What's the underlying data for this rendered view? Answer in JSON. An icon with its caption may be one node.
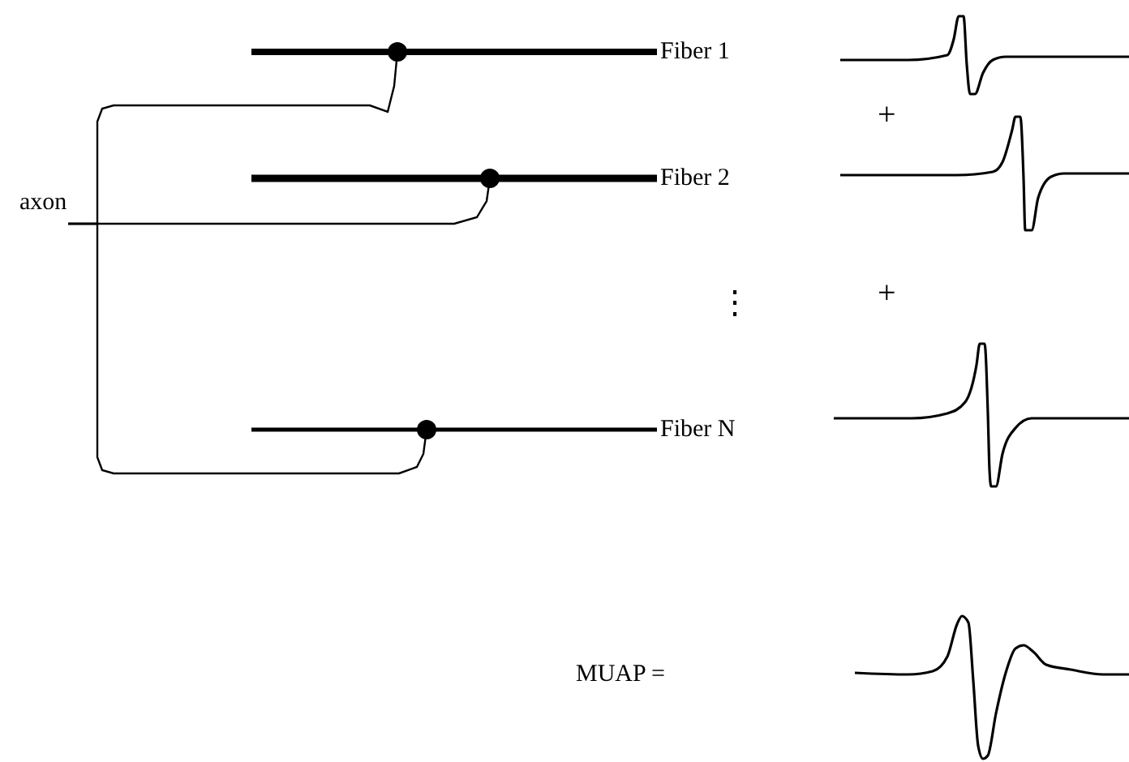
{
  "diagram": {
    "nodes": [
      {
        "text": [
          "axon"
        ]
      },
      {
        "text": [
          "Fiber 1"
        ]
      },
      {
        "text": [
          "Fiber 2"
        ]
      },
      {
        "text": [
          "Fiber N"
        ]
      }
    ],
    "edges": [
      {
        "from": 0,
        "to": 1,
        "arrow": "none"
      },
      {
        "from": 0,
        "to": 2,
        "arrow": "none"
      },
      {
        "from": 0,
        "to": 3,
        "arrow": "none"
      }
    ],
    "labels": [
      "+",
      "⋮",
      "+",
      "MUAP ="
    ]
  }
}
